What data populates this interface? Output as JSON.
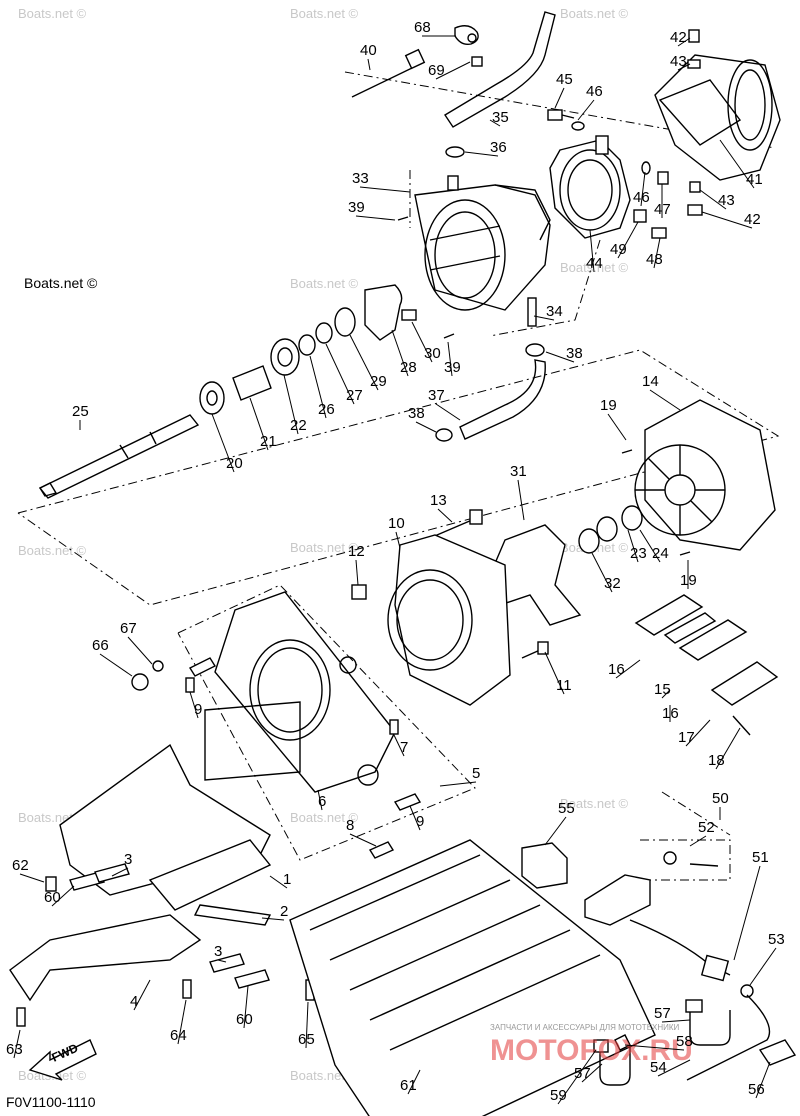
{
  "diagram": {
    "code": "F0V1100-1110",
    "fwd_label": "FWD",
    "watermark": "Boats.net ©",
    "overlay_brand": "MOTOFOX.RU",
    "overlay_tagline": "ЗАПЧАСТИ И АКСЕССУАРЫ ДЛЯ МОТОТЕХНИКИ",
    "callouts": [
      {
        "n": "1"
      },
      {
        "n": "2"
      },
      {
        "n": "3"
      },
      {
        "n": "3"
      },
      {
        "n": "4"
      },
      {
        "n": "5"
      },
      {
        "n": "6"
      },
      {
        "n": "7"
      },
      {
        "n": "8"
      },
      {
        "n": "9"
      },
      {
        "n": "9"
      },
      {
        "n": "10"
      },
      {
        "n": "11"
      },
      {
        "n": "12"
      },
      {
        "n": "13"
      },
      {
        "n": "14"
      },
      {
        "n": "15"
      },
      {
        "n": "16"
      },
      {
        "n": "16"
      },
      {
        "n": "17"
      },
      {
        "n": "18"
      },
      {
        "n": "19"
      },
      {
        "n": "19"
      },
      {
        "n": "20"
      },
      {
        "n": "21"
      },
      {
        "n": "22"
      },
      {
        "n": "23"
      },
      {
        "n": "24"
      },
      {
        "n": "25"
      },
      {
        "n": "26"
      },
      {
        "n": "27"
      },
      {
        "n": "28"
      },
      {
        "n": "29"
      },
      {
        "n": "30"
      },
      {
        "n": "31"
      },
      {
        "n": "32"
      },
      {
        "n": "33"
      },
      {
        "n": "34"
      },
      {
        "n": "35"
      },
      {
        "n": "36"
      },
      {
        "n": "37"
      },
      {
        "n": "38"
      },
      {
        "n": "38"
      },
      {
        "n": "39"
      },
      {
        "n": "39"
      },
      {
        "n": "40"
      },
      {
        "n": "41"
      },
      {
        "n": "42"
      },
      {
        "n": "42"
      },
      {
        "n": "43"
      },
      {
        "n": "43"
      },
      {
        "n": "44"
      },
      {
        "n": "45"
      },
      {
        "n": "46"
      },
      {
        "n": "46"
      },
      {
        "n": "47"
      },
      {
        "n": "48"
      },
      {
        "n": "49"
      },
      {
        "n": "50"
      },
      {
        "n": "51"
      },
      {
        "n": "52"
      },
      {
        "n": "53"
      },
      {
        "n": "54"
      },
      {
        "n": "55"
      },
      {
        "n": "56"
      },
      {
        "n": "57"
      },
      {
        "n": "57"
      },
      {
        "n": "58"
      },
      {
        "n": "59"
      },
      {
        "n": "60"
      },
      {
        "n": "60"
      },
      {
        "n": "61"
      },
      {
        "n": "62"
      },
      {
        "n": "63"
      },
      {
        "n": "64"
      },
      {
        "n": "65"
      },
      {
        "n": "66"
      },
      {
        "n": "67"
      },
      {
        "n": "68"
      },
      {
        "n": "69"
      }
    ]
  }
}
